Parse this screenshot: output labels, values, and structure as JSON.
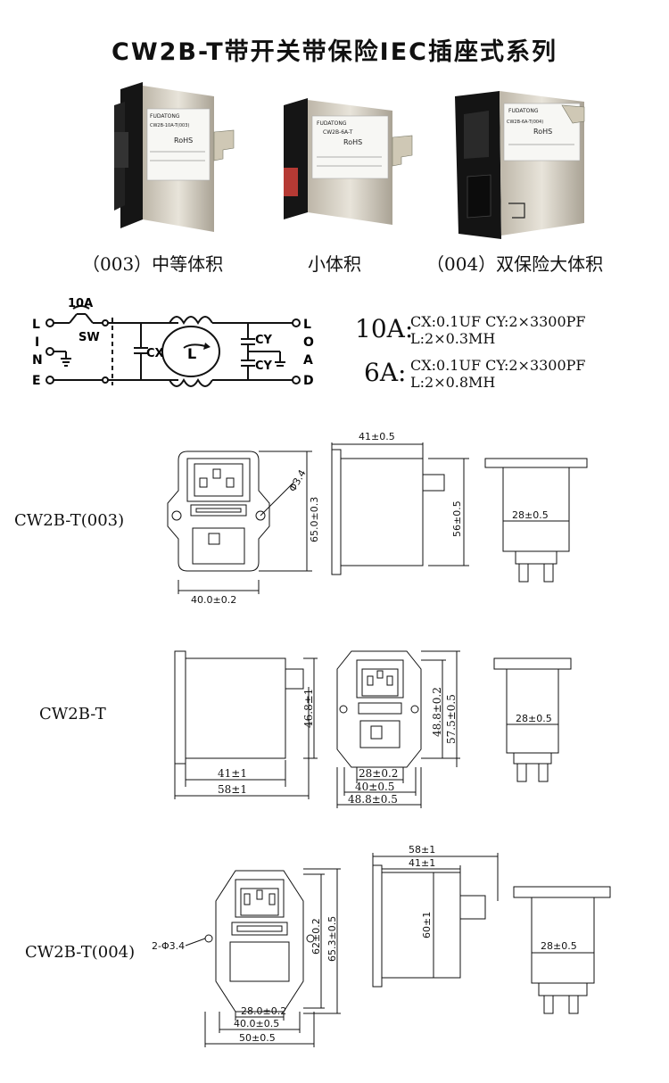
{
  "title": "CW2B-T带开关带保险IEC插座式系列",
  "products": [
    {
      "caption": "（003）中等体积",
      "label_brand": "FUDATONG",
      "label_model": "CW2B-10A-T(003)",
      "label_rohs": "RoHS"
    },
    {
      "caption": "小体积",
      "label_brand": "FUDATONG",
      "label_model": "CW2B-6A-T",
      "label_rohs": "RoHS"
    },
    {
      "caption": "（004）双保险大体积",
      "label_brand": "FUDATONG",
      "label_model": "CW2B-6A-T(004)",
      "label_rohs": "RoHS"
    }
  ],
  "circuit": {
    "current": "10A",
    "switch": "SW",
    "left_pins": [
      "L",
      "I",
      "N",
      "E"
    ],
    "right_pins": [
      "L",
      "O",
      "A",
      "D"
    ],
    "cx": "CX",
    "cy_top": "CY",
    "cy_bottom": "CY",
    "inductor": "L"
  },
  "specs": [
    {
      "rating": "10A:",
      "line1": "CX:0.1UF  CY:2×3300PF",
      "line2": "L:2×0.3MH"
    },
    {
      "rating": "6A:",
      "line1": "CX:0.1UF  CY:2×3300PF",
      "line2": "L:2×0.8MH"
    }
  ],
  "drawings": [
    {
      "model": "CW2B-T(003)",
      "front_width": "40.0±0.2",
      "front_height": "65.0±0.3",
      "hole": "Φ3.4",
      "side_depth": "41±0.5",
      "side_height": "56±0.5",
      "top_width": "28±0.5"
    },
    {
      "model": "CW2B-T",
      "side_depth_a": "41±1",
      "side_depth_b": "58±1",
      "side_height": "46.8±1",
      "front_w1": "28±0.2",
      "front_w2": "40±0.5",
      "front_w3": "48.8±0.5",
      "front_h1": "48.8±0.2",
      "front_h2": "57.5±0.5",
      "top_width": "28±0.5"
    },
    {
      "model": "CW2B-T(004)",
      "hole": "2-Φ3.4",
      "front_w1": "28.0±0.2",
      "front_w2": "40.0±0.5",
      "front_w3": "50±0.5",
      "front_h1": "62±0.2",
      "front_h2": "65.3±0.5",
      "side_depth_a": "58±1",
      "side_depth_b": "41±1",
      "side_height": "60±1",
      "top_width": "28±0.5"
    }
  ]
}
